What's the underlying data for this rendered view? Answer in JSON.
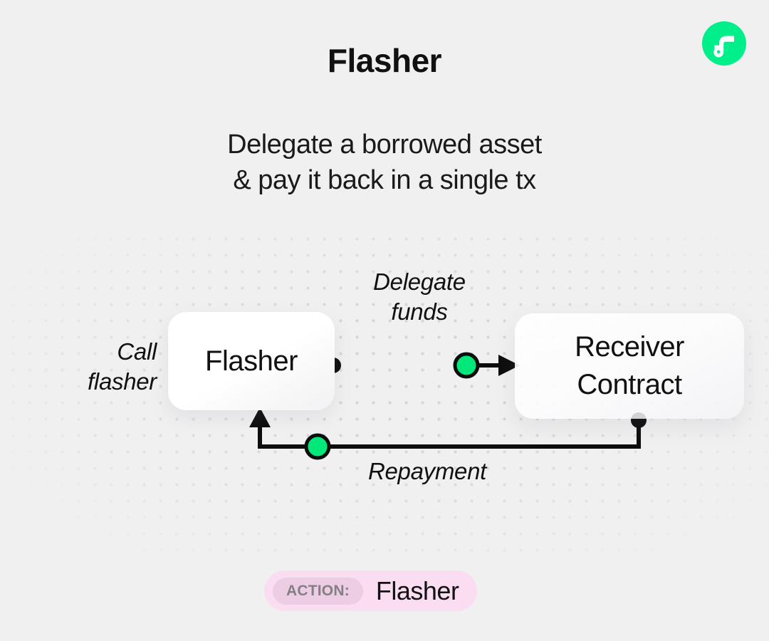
{
  "page": {
    "background_color": "#f0f0f0",
    "title": "Flasher",
    "subtitle_line_1": "Delegate a borrowed asset",
    "subtitle_line_2": "& pay it back in a single tx"
  },
  "brand": {
    "logo_icon": "flow-logo-icon",
    "logo_color": "#00ef8b",
    "logo_mark_color": "#ffffff"
  },
  "diagram": {
    "nodes": [
      {
        "id": "flasher",
        "label": "Flasher"
      },
      {
        "id": "receiver",
        "label_line_1": "Receiver",
        "label_line_2": "Contract"
      }
    ],
    "labels": {
      "call_flasher_line_1": "Call",
      "call_flasher_line_2": "flasher",
      "delegate_funds_line_1": "Delegate",
      "delegate_funds_line_2": "funds",
      "repayment": "Repayment"
    },
    "edges": [
      {
        "id": "delegate-funds-edge",
        "from": "flasher",
        "to": "receiver",
        "label": "Delegate funds",
        "direction": "right",
        "has_arrowhead": true
      },
      {
        "id": "repayment-edge",
        "from": "receiver",
        "to": "flasher",
        "label": "Repayment",
        "direction": "up",
        "has_arrowhead": true
      }
    ],
    "marker_colors": {
      "endpoint_dot": "#0d0d0d",
      "flow_dot_fill": "#00e87a",
      "flow_dot_stroke": "#0d0d0d",
      "line": "#0d0d0d",
      "line_tint": "#0b6b3e"
    },
    "grid_dot_color": "#d5d5d5"
  },
  "action_badge": {
    "tag": "ACTION:",
    "value": "Flasher",
    "background_color": "#fbddf2",
    "tag_background_color": "#eccde3",
    "tag_text_color": "#857f85"
  }
}
